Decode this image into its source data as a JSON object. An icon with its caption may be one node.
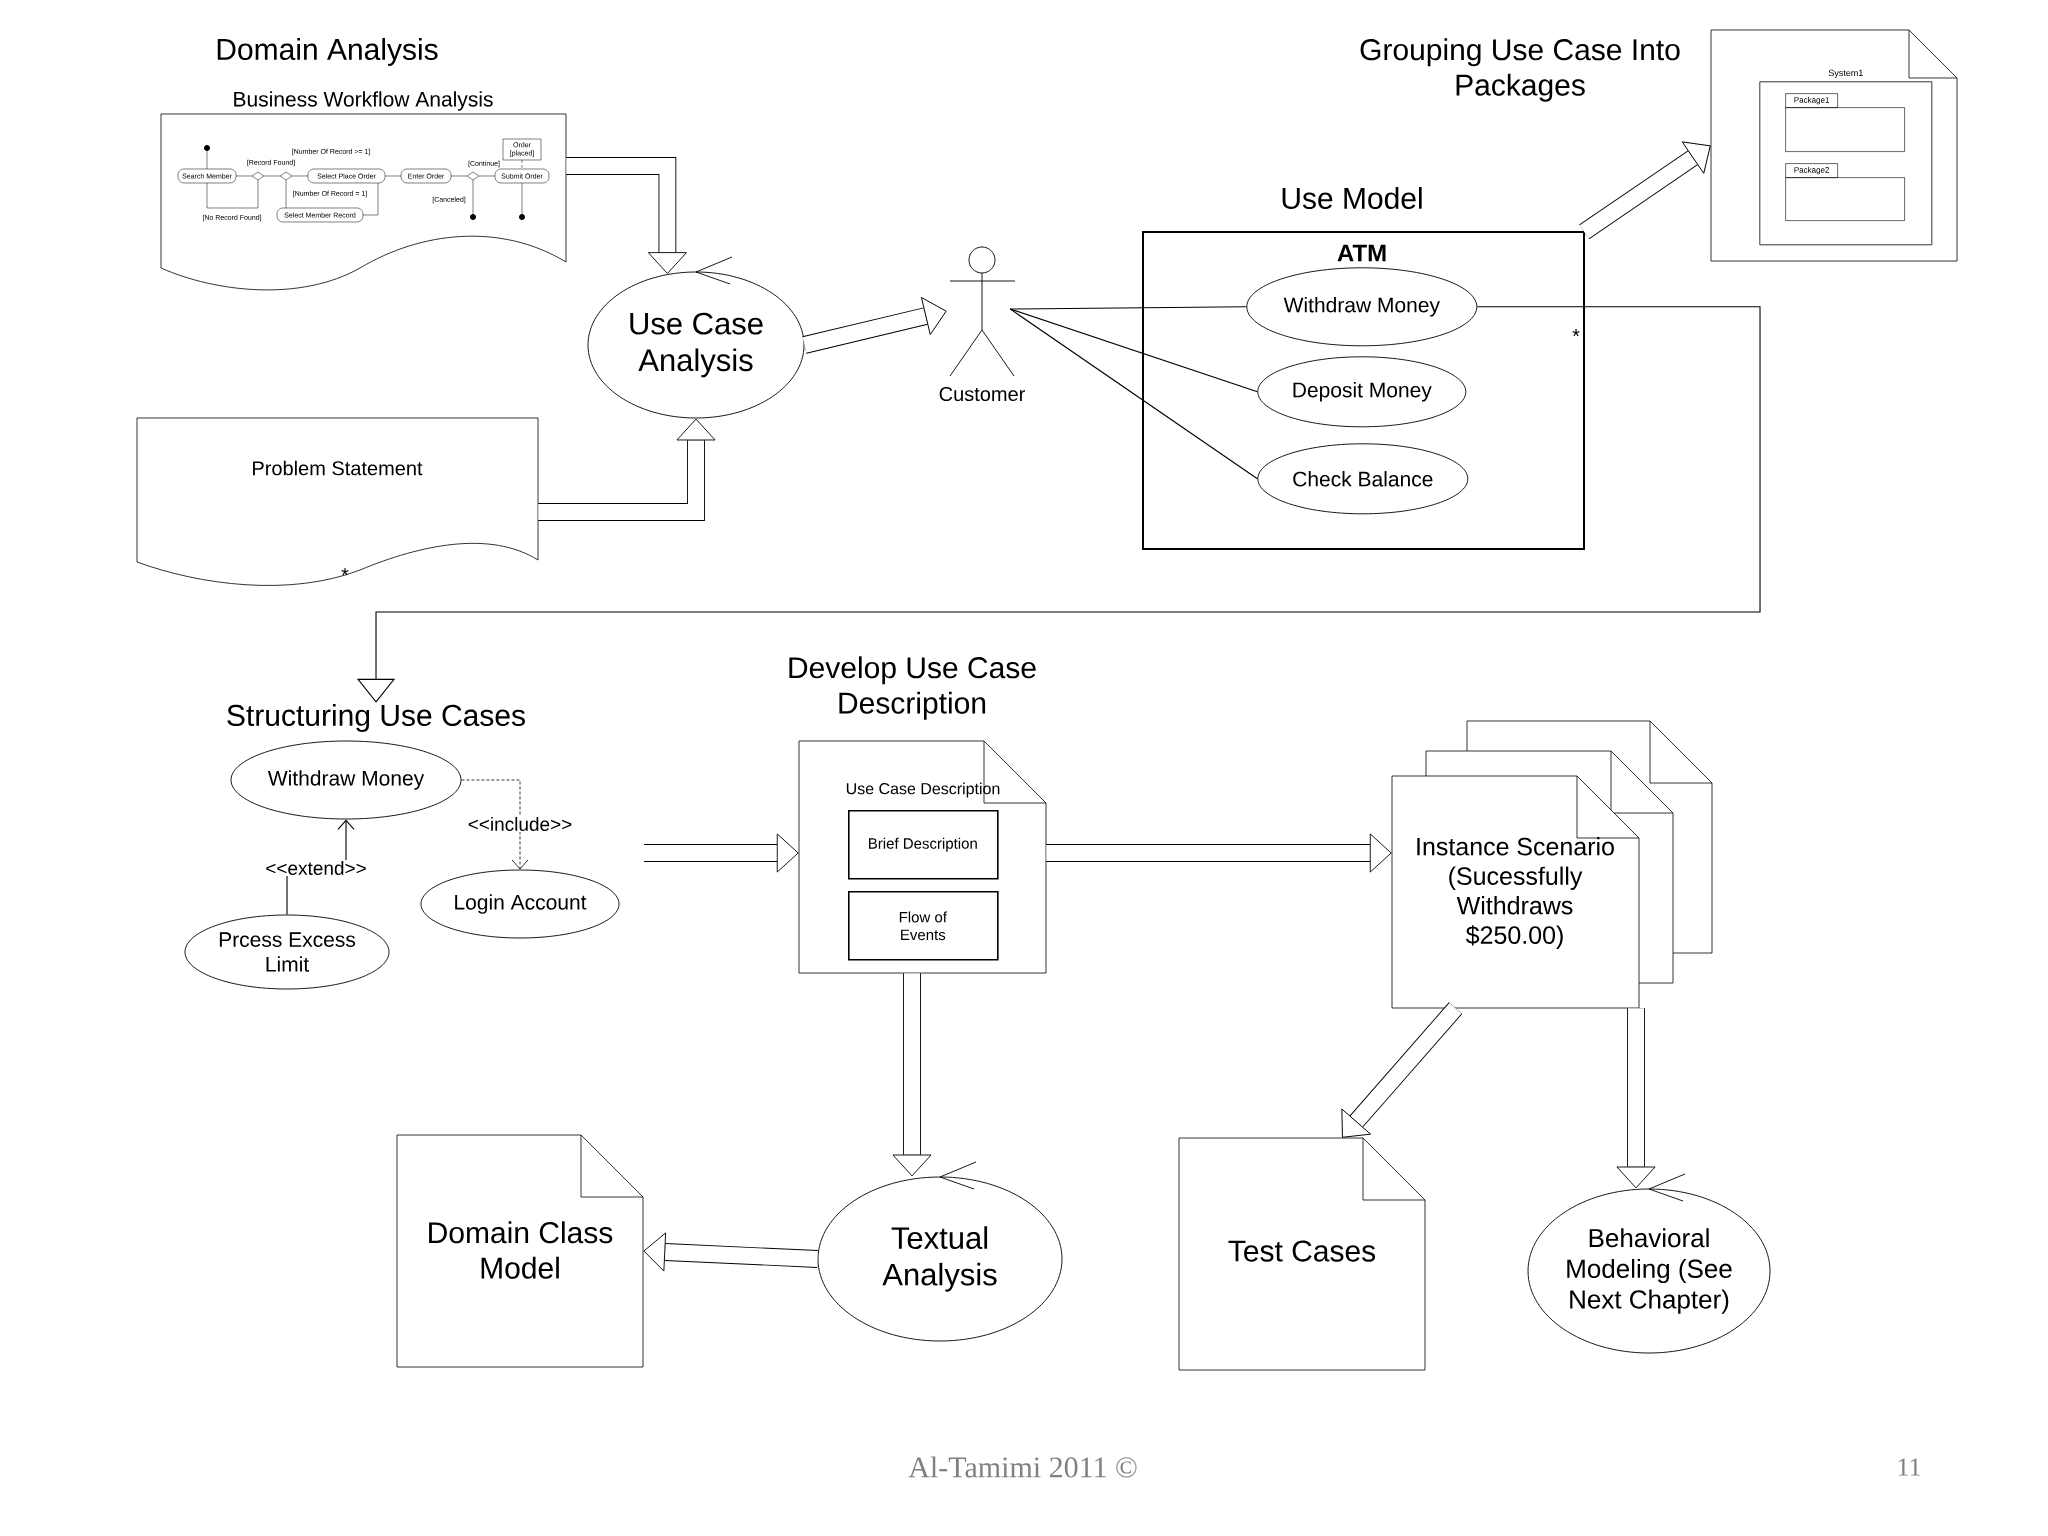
{
  "diagram": {
    "nodes": [
      {
        "text": [
          "Business Workflow Analysis"
        ]
      },
      {
        "text": [
          "Problem Statement"
        ]
      },
      {
        "text": [
          "Use Case Analysis"
        ]
      },
      {
        "text": [
          "Customer"
        ]
      },
      {
        "text": [
          "Use Model",
          "ATM"
        ]
      },
      {
        "text": [
          "Withdraw Money"
        ],
        "in": 4
      },
      {
        "text": [
          "Deposit Money"
        ],
        "in": 4
      },
      {
        "text": [
          "Check Balance"
        ],
        "in": 4
      },
      {
        "text": [
          "Grouping Use Case Into Packages"
        ]
      },
      {
        "text": [
          "System1"
        ],
        "in": 8
      },
      {
        "text": [
          "Package1"
        ],
        "in": 9
      },
      {
        "text": [
          "Package2"
        ],
        "in": 9
      },
      {
        "text": [
          "Structuring Use Cases"
        ]
      },
      {
        "text": [
          "Withdraw Money"
        ]
      },
      {
        "text": [
          "Login Account"
        ]
      },
      {
        "text": [
          "Prcess Excess Limit"
        ]
      },
      {
        "text": [
          "Develop Use Case Description",
          "Use Case Description"
        ]
      },
      {
        "text": [
          "Brief Description"
        ],
        "in": 16
      },
      {
        "text": [
          "Flow of Events"
        ],
        "in": 16
      },
      {
        "text": [
          "Instance Scenario (Sucessfully Withdraws $250.00)"
        ]
      },
      {
        "text": [
          "Domain Class Model"
        ]
      },
      {
        "text": [
          "Textual Analysis"
        ]
      },
      {
        "text": [
          "Test Cases"
        ]
      },
      {
        "text": [
          "Behavioral Modeling (See Next Chapter)"
        ]
      }
    ],
    "edges": [
      {
        "from": 0,
        "to": 2,
        "arrow": "to"
      },
      {
        "from": 1,
        "to": 2,
        "arrow": "to"
      },
      {
        "from": 2,
        "to": 3,
        "arrow": "to"
      },
      {
        "from": 3,
        "to": 5,
        "arrow": "none"
      },
      {
        "from": 3,
        "to": 6,
        "arrow": "none"
      },
      {
        "from": 3,
        "to": 7,
        "arrow": "none"
      },
      {
        "from": 4,
        "to": 8,
        "arrow": "to"
      },
      {
        "from": 5,
        "to": 12,
        "arrow": "to",
        "label": "*"
      },
      {
        "from": 13,
        "to": 14,
        "arrow": "to",
        "style": "dashed",
        "label": "<<include>>"
      },
      {
        "from": 15,
        "to": 13,
        "arrow": "to",
        "label": "<<extend>>"
      },
      {
        "from": null,
        "to": 16,
        "arrow": "to"
      },
      {
        "from": 16,
        "to": 19,
        "arrow": "to"
      },
      {
        "from": 16,
        "to": 21,
        "arrow": "to"
      },
      {
        "from": 19,
        "to": 22,
        "arrow": "to"
      },
      {
        "from": 19,
        "to": 23,
        "arrow": "to"
      },
      {
        "from": 21,
        "to": 20,
        "arrow": "to"
      }
    ],
    "labels": [
      "Domain Analysis",
      "Order [placed]",
      "[Record Found]",
      "[Number Of Record >= 1]",
      "[Continue]",
      "Search Member",
      "Select Place Order",
      "Enter Order",
      "Submit Order",
      "[Number Of Record = 1]",
      "[Canceled]",
      "[No Record Found]",
      "Select Member Record",
      "*",
      "Al-Tamimi 2011 ©",
      "11"
    ]
  }
}
